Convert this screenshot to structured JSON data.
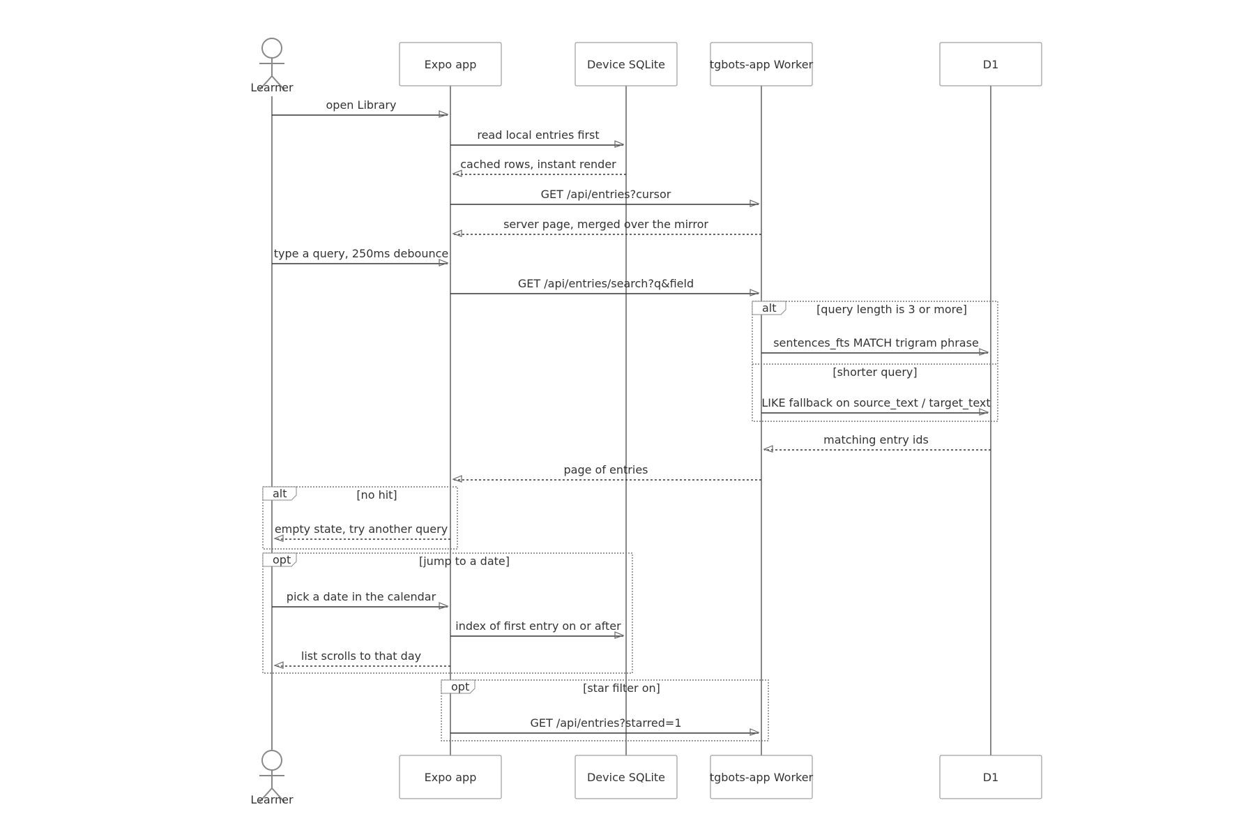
{
  "participants": [
    {
      "id": "learner",
      "label": "Learner",
      "kind": "actor"
    },
    {
      "id": "expo",
      "label": "Expo app",
      "kind": "box"
    },
    {
      "id": "sqlite",
      "label": "Device SQLite",
      "kind": "box"
    },
    {
      "id": "worker",
      "label": "tgbots-app Worker",
      "kind": "box"
    },
    {
      "id": "d1",
      "label": "D1",
      "kind": "box"
    }
  ],
  "messages": [
    {
      "from": "learner",
      "to": "expo",
      "label": "open Library",
      "style": "solid"
    },
    {
      "from": "expo",
      "to": "sqlite",
      "label": "read local entries first",
      "style": "solid"
    },
    {
      "from": "sqlite",
      "to": "expo",
      "label": "cached rows, instant render",
      "style": "dotted"
    },
    {
      "from": "expo",
      "to": "worker",
      "label": "GET /api/entries?cursor",
      "style": "solid"
    },
    {
      "from": "worker",
      "to": "expo",
      "label": "server page, merged over the mirror",
      "style": "dotted"
    },
    {
      "from": "learner",
      "to": "expo",
      "label": "type a query, 250ms debounce",
      "style": "solid"
    },
    {
      "from": "expo",
      "to": "worker",
      "label": "GET /api/entries/search?q&field",
      "style": "solid"
    },
    {
      "from": "worker",
      "to": "d1",
      "label": "sentences_fts MATCH trigram phrase",
      "style": "solid"
    },
    {
      "from": "worker",
      "to": "d1",
      "label": "LIKE fallback on source_text / target_text",
      "style": "solid"
    },
    {
      "from": "d1",
      "to": "worker",
      "label": "matching entry ids",
      "style": "dotted"
    },
    {
      "from": "worker",
      "to": "expo",
      "label": "page of entries",
      "style": "dotted"
    },
    {
      "from": "expo",
      "to": "learner",
      "label": "empty state, try another query",
      "style": "dotted"
    },
    {
      "from": "learner",
      "to": "expo",
      "label": "pick a date in the calendar",
      "style": "solid"
    },
    {
      "from": "expo",
      "to": "sqlite",
      "label": "index of first entry on or after",
      "style": "solid"
    },
    {
      "from": "expo",
      "to": "learner",
      "label": "list scrolls to that day",
      "style": "dotted"
    },
    {
      "from": "expo",
      "to": "worker",
      "label": "GET /api/entries?starred=1",
      "style": "solid"
    }
  ],
  "frames": [
    {
      "kind": "alt",
      "condition": "[query length is 3 or more]",
      "else_condition": "[shorter query]"
    },
    {
      "kind": "alt",
      "condition": "[no hit]"
    },
    {
      "kind": "opt",
      "condition": "[jump to a date]"
    },
    {
      "kind": "opt",
      "condition": "[star filter on]"
    }
  ],
  "colors": {
    "line": "#888888",
    "text": "#333333",
    "frame": "#777777",
    "background": "#ffffff"
  }
}
